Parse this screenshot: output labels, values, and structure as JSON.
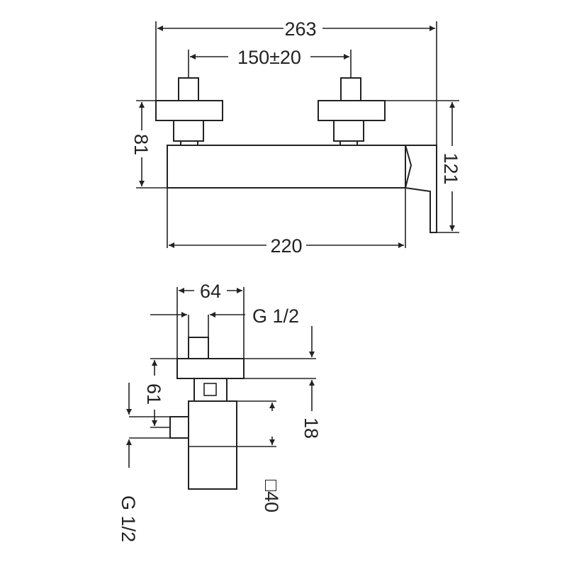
{
  "drawing": {
    "front_view": {
      "overall_width": "263",
      "inlet_spacing": "150±20",
      "inlet_height": "81",
      "total_height": "121",
      "body_length": "220"
    },
    "side_view": {
      "depth": "64",
      "thread_top": "G 1/2",
      "offset": "61",
      "spacer": "18",
      "body_section": "□40",
      "thread_bottom": "G 1/2"
    }
  }
}
